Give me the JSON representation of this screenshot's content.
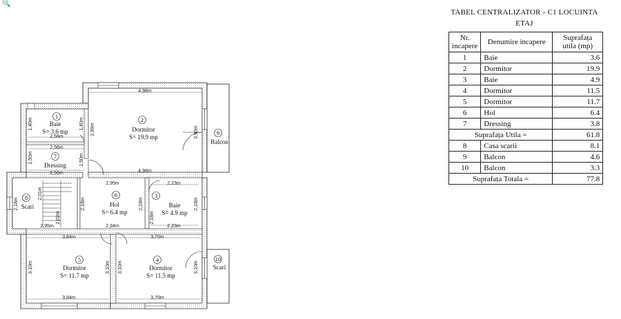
{
  "icon": "zoom-cursor-icon",
  "table": {
    "title_line1": "TABEL CENTRALIZATOR - C1 LOCUINTA",
    "title_line2": "ETAJ",
    "head_nr": "Nr. incapere",
    "head_name": "Denumire incapere",
    "head_area": "Suprafața utila (mp)",
    "rows": [
      {
        "nr": "1",
        "name": "Baie",
        "area": "3.6"
      },
      {
        "nr": "2",
        "name": "Dormitor",
        "area": "19.9"
      },
      {
        "nr": "3",
        "name": "Baie",
        "area": "4.9"
      },
      {
        "nr": "4",
        "name": "Dormitor",
        "area": "11.5"
      },
      {
        "nr": "5",
        "name": "Dormitor",
        "area": "11.7"
      },
      {
        "nr": "6",
        "name": "Hol",
        "area": "6.4"
      },
      {
        "nr": "7",
        "name": "Dressing",
        "area": "3.8"
      }
    ],
    "util_label": "Suprafața Utila  =",
    "util_value": "61.8",
    "extra_rows": [
      {
        "nr": "8",
        "name": "Casa scarii",
        "area": "8.1"
      },
      {
        "nr": "9",
        "name": "Balcon",
        "area": "4.6"
      },
      {
        "nr": "10",
        "name": "Balcon",
        "area": "3.3"
      }
    ],
    "total_label": "Suprafața Totala =",
    "total_value": "77.8"
  },
  "plan": {
    "rooms": [
      {
        "num": "1",
        "name": "Baie",
        "area": "S= 3.6 mp"
      },
      {
        "num": "2",
        "name": "Dormitor",
        "area": "S= 19.9 mp"
      },
      {
        "num": "3",
        "name": "Baie",
        "area": "S= 4.9 mp"
      },
      {
        "num": "4",
        "name": "Dormitor",
        "area": "S= 11.5 mp"
      },
      {
        "num": "5",
        "name": "Dormitor",
        "area": "S= 11.7 mp"
      },
      {
        "num": "6",
        "name": "Hol",
        "area": "S= 6.4 mp"
      },
      {
        "num": "7",
        "name": "Dressing",
        "area": ""
      },
      {
        "num": "8",
        "name": "Scari",
        "area": ""
      },
      {
        "num": "9",
        "name": "Balcon",
        "area": ""
      },
      {
        "num": "10",
        "name": "Scari",
        "area": ""
      }
    ],
    "dims": {
      "d498top": "4,98m",
      "d498mid": "4,98m",
      "d399": "3,99m",
      "d390": "3,90m",
      "d140a": "1,40m",
      "d140b": "1,40m",
      "d256a": "2,56m",
      "d256b": "2,56m",
      "d256c": "2,56m",
      "d150a": "1,50m",
      "d150b": "1,50m",
      "d295": "2,95m",
      "d294": "2,94m",
      "d223a": "2,23m",
      "d223b": "2,23m",
      "d218a": "2,18m",
      "d218b": "2,18m",
      "d218c": "2,18m",
      "d218d": "2,18m",
      "d218e": "2,18m",
      "d201": "2,01m",
      "d202": "2,02m",
      "d295b": "2,95m",
      "d384a": "3,84m",
      "d384b": "3,84m",
      "d370a": "3,70m",
      "d370b": "3,70m",
      "d310a": "3,10m",
      "d310b": "3,10m",
      "d310c": "3,10m",
      "d310d": "3,10m"
    }
  }
}
